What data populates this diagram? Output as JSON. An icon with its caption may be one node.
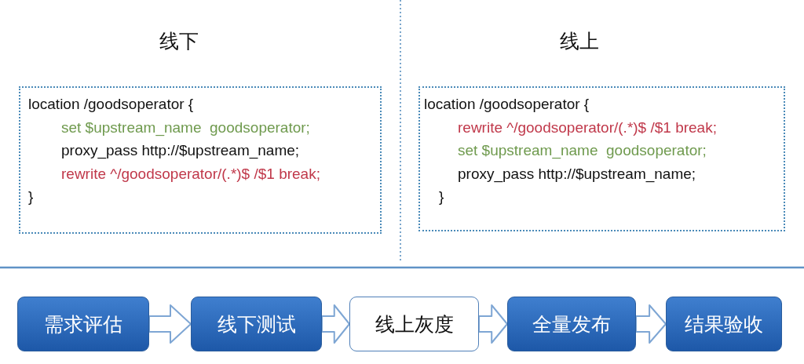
{
  "diagram": {
    "nodes": [
      {
        "text": [
          "线下",
          "location /goodsoperator {",
          "set $upstream_name  goodsoperator;",
          "proxy_pass http://$upstream_name;",
          "rewrite ^/goodsoperator/(.*)$ /$1 break;",
          "}"
        ]
      },
      {
        "text": [
          "线上",
          "location /goodsoperator {",
          "rewrite ^/goodsoperator/(.*)$ /$1 break;",
          "set $upstream_name  goodsoperator;",
          "proxy_pass http://$upstream_name;",
          "}"
        ]
      },
      {
        "text": [
          "需求评估"
        ]
      },
      {
        "text": [
          "线下测试"
        ]
      },
      {
        "text": [
          "线上灰度"
        ]
      },
      {
        "text": [
          "全量发布"
        ]
      },
      {
        "text": [
          "结果验收"
        ]
      }
    ],
    "edges": [
      {
        "from": 2,
        "to": 3,
        "arrow": "to"
      },
      {
        "from": 3,
        "to": 4,
        "arrow": "to"
      },
      {
        "from": 4,
        "to": 5,
        "arrow": "to"
      },
      {
        "from": 5,
        "to": 6,
        "arrow": "to"
      }
    ]
  }
}
